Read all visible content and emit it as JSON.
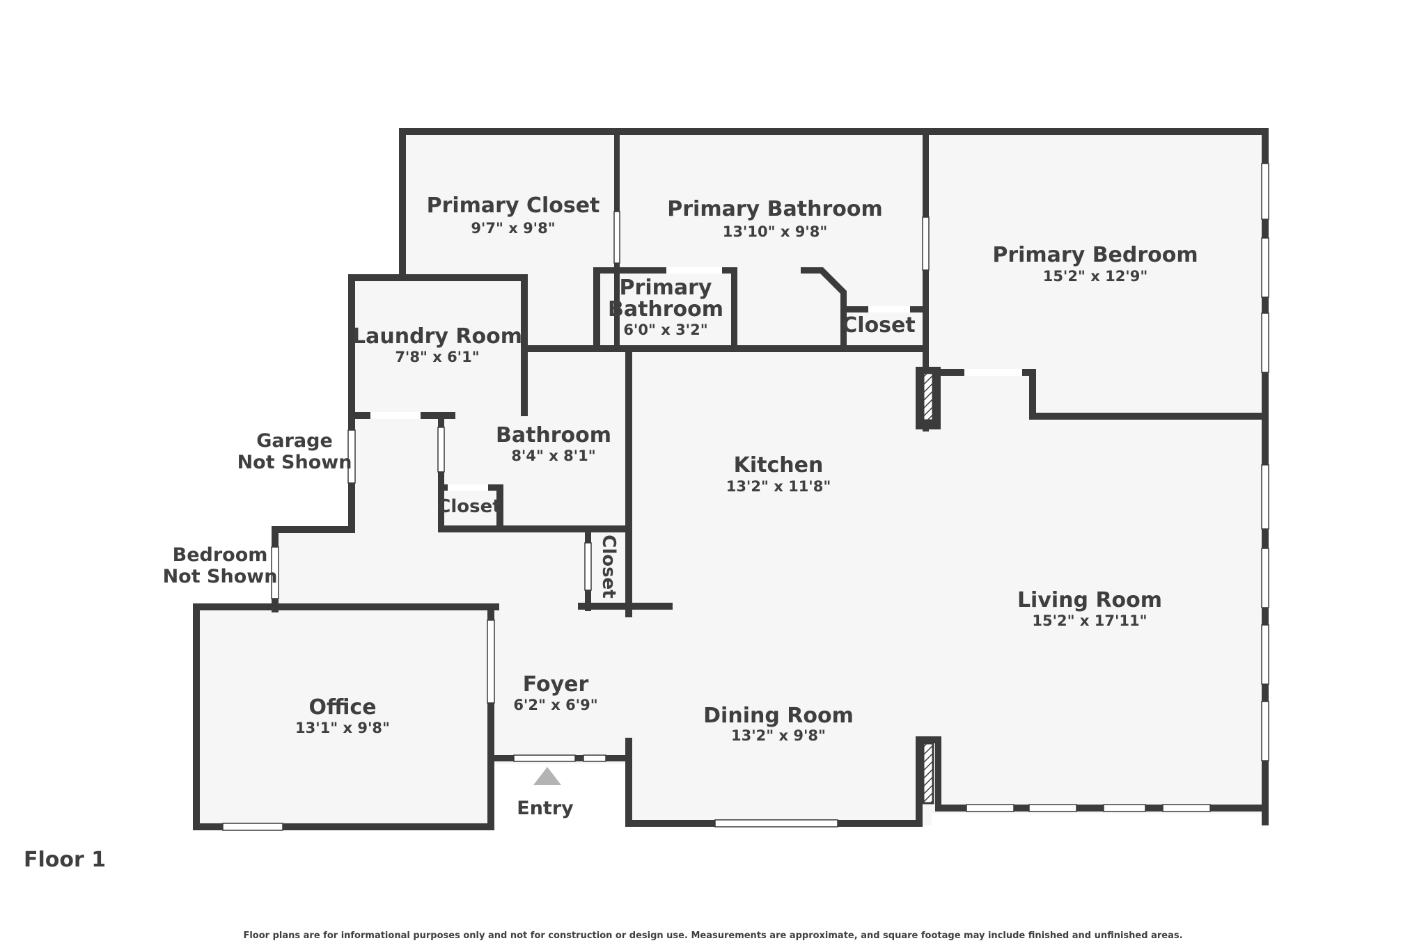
{
  "rooms": {
    "primary_closet": {
      "name": "Primary Closet",
      "dim": "9'7\" x 9'8\""
    },
    "primary_bathroom": {
      "name": "Primary Bathroom",
      "dim": "13'10\" x 9'8\""
    },
    "primary_bedroom": {
      "name": "Primary Bedroom",
      "dim": "15'2\" x 12'9\""
    },
    "laundry_room": {
      "name": "Laundry Room",
      "dim": "7'8\" x 6'1\""
    },
    "primary_bathroom_small": {
      "name_line1": "Primary",
      "name_line2": "Bathroom",
      "dim": "6'0\" x 3'2\""
    },
    "closet_primary": {
      "name": "Closet"
    },
    "bathroom": {
      "name": "Bathroom",
      "dim": "8'4\" x 8'1\""
    },
    "closet_bathroom": {
      "name": "Closet"
    },
    "closet_hall": {
      "name": "Closet"
    },
    "kitchen": {
      "name": "Kitchen",
      "dim": "13'2\" x 11'8\""
    },
    "living_room": {
      "name": "Living Room",
      "dim": "15'2\" x 17'11\""
    },
    "dining_room": {
      "name": "Dining Room",
      "dim": "13'2\" x 9'8\""
    },
    "foyer": {
      "name": "Foyer",
      "dim": "6'2\" x 6'9\""
    },
    "office": {
      "name": "Office",
      "dim": "13'1\" x 9'8\""
    }
  },
  "labels": {
    "garage_line1": "Garage",
    "garage_line2": "Not Shown",
    "bedroom_line1": "Bedroom",
    "bedroom_line2": "Not Shown",
    "entry": "Entry"
  },
  "floor_label": "Floor 1",
  "disclaimer": "Floor plans are for informational purposes only and not for construction or design use. Measurements are approximate, and square footage may include finished and unfinished areas.",
  "colors": {
    "wall": "#3b3b3b",
    "floor": "#f6f6f6",
    "text": "#3f3f3f",
    "entry_arrow": "#b3b3b3"
  }
}
